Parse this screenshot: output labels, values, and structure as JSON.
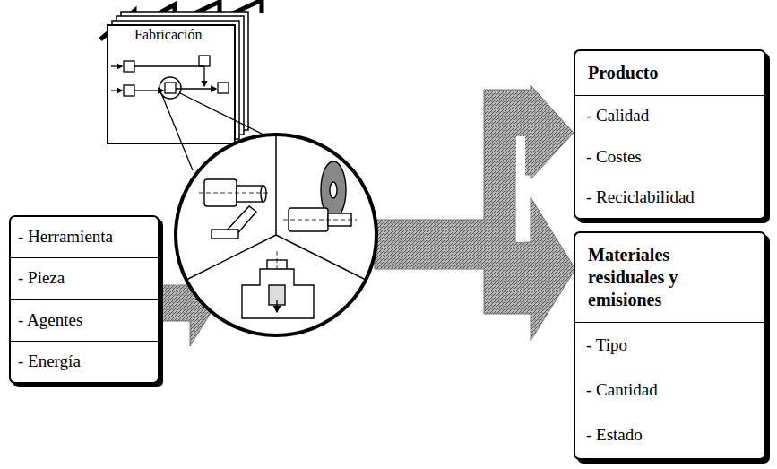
{
  "diagram": {
    "nodes": [
      {
        "text": [
          "Fabricación"
        ]
      },
      {
        "text": [
          "- Herramienta",
          "- Pieza",
          "- Agentes",
          "- Energía"
        ]
      },
      {
        "text": [
          "Producto",
          "- Calidad",
          "- Costes",
          "- Reciclabilidad"
        ]
      },
      {
        "text": [
          "Materiales residuales y emisiones",
          "- Tipo",
          "- Cantidad",
          "- Estado"
        ]
      }
    ]
  }
}
